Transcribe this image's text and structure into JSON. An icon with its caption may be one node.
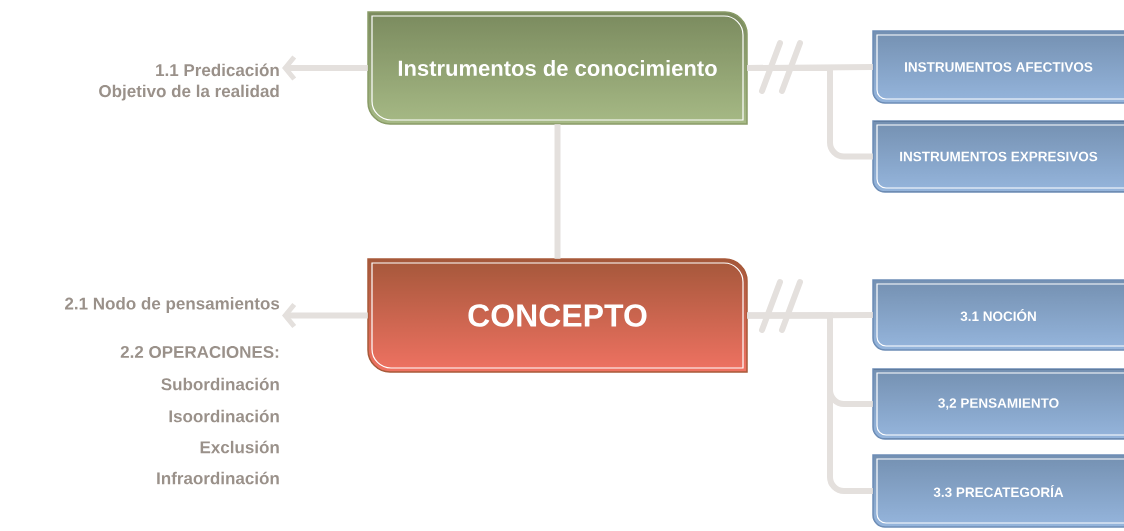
{
  "diagram": {
    "nodes": [
      {
        "text": [
          "Instrumentos de conocimiento"
        ]
      },
      {
        "text": [
          "1.1 Predicación",
          "Objetivo de la realidad"
        ]
      },
      {
        "text": [
          "INSTRUMENTOS AFECTIVOS"
        ]
      },
      {
        "text": [
          "INSTRUMENTOS EXPRESIVOS"
        ]
      },
      {
        "text": [
          "CONCEPTO"
        ]
      },
      {
        "text": [
          "2.1 Nodo de pensamientos"
        ]
      },
      {
        "text": [
          "3.1 NOCIÓN"
        ]
      },
      {
        "text": [
          "3,2 PENSAMIENTO"
        ]
      },
      {
        "text": [
          "3.3 PRECATEGORÍA"
        ]
      }
    ],
    "edges": [
      {
        "from": 0,
        "to": 1,
        "arrow": "to"
      },
      {
        "from": 0,
        "to": 2,
        "arrow": "none"
      },
      {
        "from": 0,
        "to": 3,
        "arrow": "none"
      },
      {
        "from": 0,
        "to": 4,
        "arrow": "none"
      },
      {
        "from": 4,
        "to": 5,
        "arrow": "to"
      },
      {
        "from": 4,
        "to": 6,
        "arrow": "none"
      },
      {
        "from": 4,
        "to": 7,
        "arrow": "none"
      },
      {
        "from": 4,
        "to": 8,
        "arrow": "none"
      }
    ],
    "labels": [
      "2.2 OPERACIONES:",
      "Subordinación",
      "Isoordinación",
      "Exclusión",
      "Infraordinación"
    ]
  }
}
